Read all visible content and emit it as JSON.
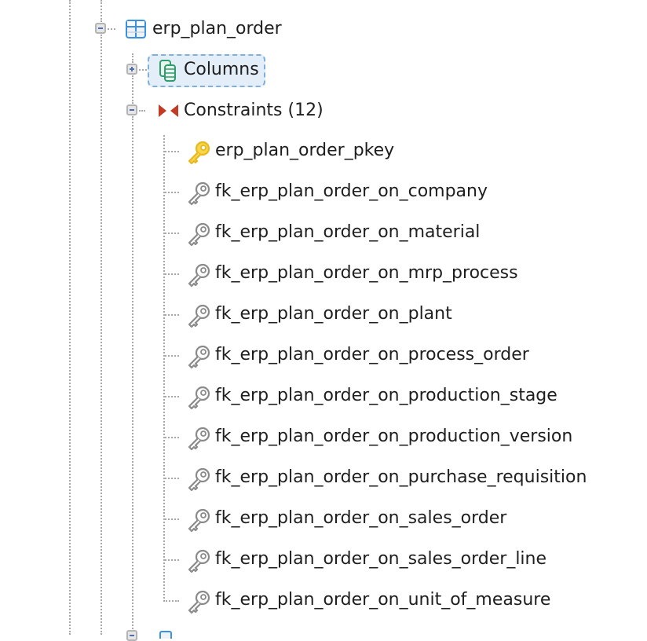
{
  "tree": {
    "table": {
      "label": "erp_plan_order",
      "icon": "table-icon",
      "expanded": true
    },
    "columns": {
      "label": "Columns",
      "icon": "columns-icon",
      "expanded": false,
      "selected": true
    },
    "constraints": {
      "label": "Constraints (12)",
      "icon": "constraints-icon",
      "expanded": true,
      "items": [
        {
          "label": "erp_plan_order_pkey",
          "icon": "primary-key-icon"
        },
        {
          "label": "fk_erp_plan_order_on_company",
          "icon": "foreign-key-icon"
        },
        {
          "label": "fk_erp_plan_order_on_material",
          "icon": "foreign-key-icon"
        },
        {
          "label": "fk_erp_plan_order_on_mrp_process",
          "icon": "foreign-key-icon"
        },
        {
          "label": "fk_erp_plan_order_on_plant",
          "icon": "foreign-key-icon"
        },
        {
          "label": "fk_erp_plan_order_on_process_order",
          "icon": "foreign-key-icon"
        },
        {
          "label": "fk_erp_plan_order_on_production_stage",
          "icon": "foreign-key-icon"
        },
        {
          "label": "fk_erp_plan_order_on_production_version",
          "icon": "foreign-key-icon"
        },
        {
          "label": "fk_erp_plan_order_on_purchase_requisition",
          "icon": "foreign-key-icon"
        },
        {
          "label": "fk_erp_plan_order_on_sales_order",
          "icon": "foreign-key-icon"
        },
        {
          "label": "fk_erp_plan_order_on_sales_order_line",
          "icon": "foreign-key-icon"
        },
        {
          "label": "fk_erp_plan_order_on_unit_of_measure",
          "icon": "foreign-key-icon"
        }
      ]
    }
  },
  "colors": {
    "table_icon": "#3d8fe0",
    "columns_icon": "#2e9e6e",
    "constraints_icon": "#c23b22",
    "pkey": "#e8b820",
    "fkey": "#8a8a8a",
    "selection_bg": "#e4eef9",
    "selection_border": "#7fb0dc"
  }
}
